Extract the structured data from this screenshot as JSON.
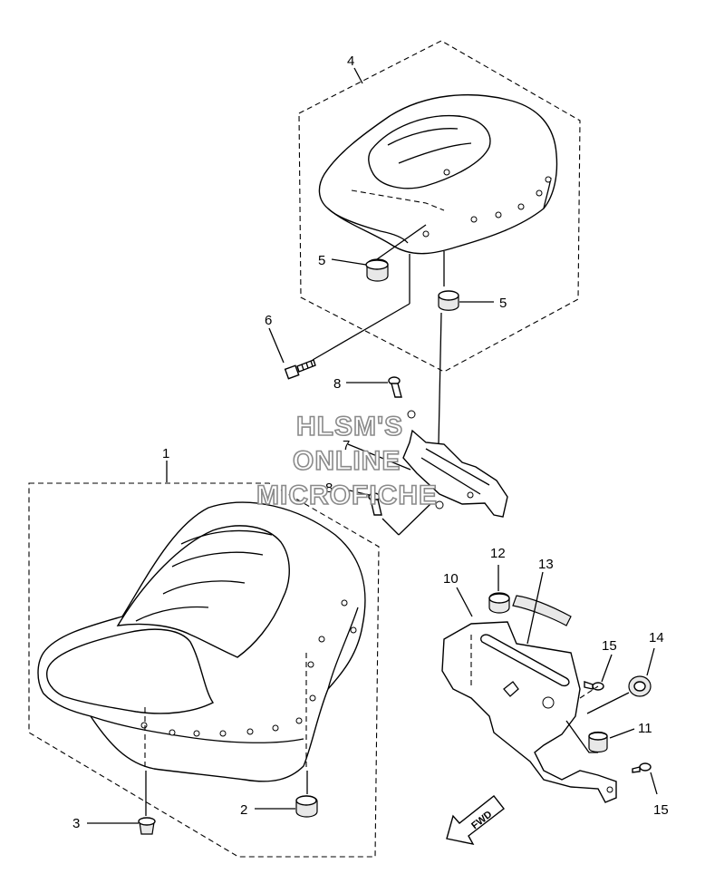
{
  "watermark": {
    "line1": "HLSM'S",
    "line2": "ONLINE",
    "line3": "MICROFICHE"
  },
  "fwd_label": "FWD",
  "callouts": [
    {
      "id": "c1",
      "text": "1"
    },
    {
      "id": "c2",
      "text": "2"
    },
    {
      "id": "c3",
      "text": "3"
    },
    {
      "id": "c4",
      "text": "4"
    },
    {
      "id": "c5a",
      "text": "5"
    },
    {
      "id": "c5b",
      "text": "5"
    },
    {
      "id": "c6",
      "text": "6"
    },
    {
      "id": "c7",
      "text": "7"
    },
    {
      "id": "c8a",
      "text": "8"
    },
    {
      "id": "c8b",
      "text": "8"
    },
    {
      "id": "c10",
      "text": "10"
    },
    {
      "id": "c11",
      "text": "11"
    },
    {
      "id": "c12",
      "text": "12"
    },
    {
      "id": "c13",
      "text": "13"
    },
    {
      "id": "c14",
      "text": "14"
    },
    {
      "id": "c15a",
      "text": "15"
    },
    {
      "id": "c15b",
      "text": "15"
    }
  ]
}
